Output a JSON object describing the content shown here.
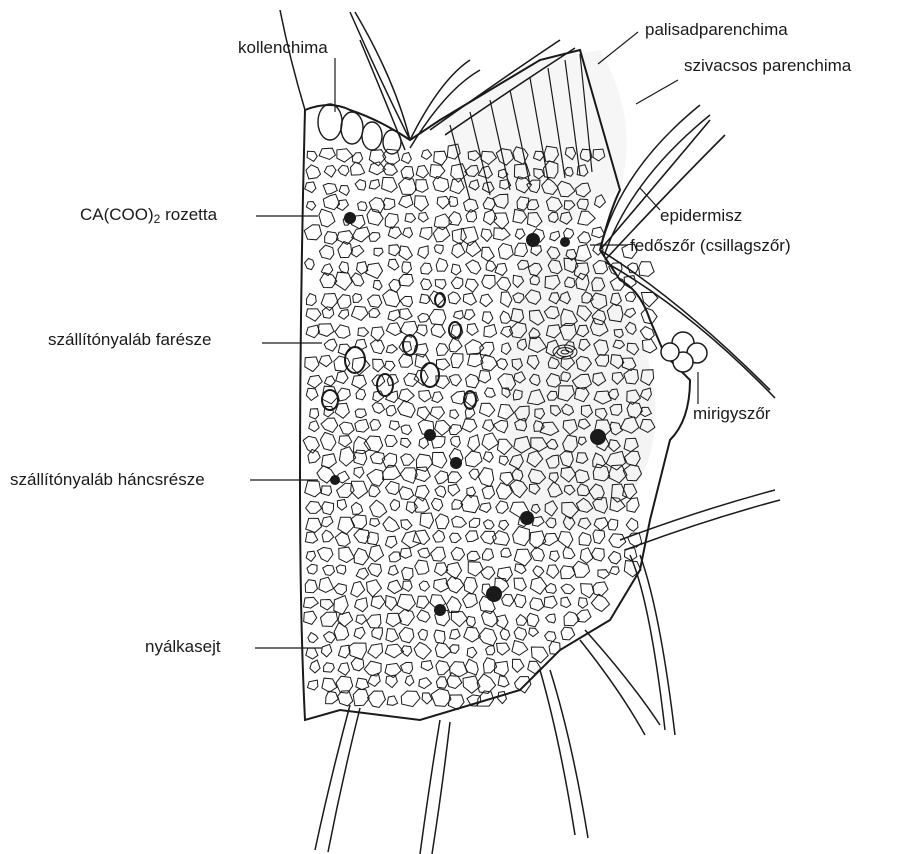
{
  "labels": {
    "kollenchima": "kollenchima",
    "rozetta_prefix": "CA(COO)",
    "rozetta_sub": "2",
    "rozetta_suffix": " rozetta",
    "farésze": "szállítónyaláb farésze",
    "háncsrésze": "szállítónyaláb háncsrésze",
    "nyálkasejt": "nyálkasejt",
    "palisad": "palisadparenchima",
    "szivacsos": "szivacsos parenchima",
    "epidermisz": "epidermisz",
    "fedőszőr": "fedőszőr (csillagszőr)",
    "mirigyszőr": "mirigyszőr"
  },
  "colors": {
    "ink": "#1a1a1a",
    "background": "#ffffff",
    "light_tissue": "#f4f4f4"
  }
}
